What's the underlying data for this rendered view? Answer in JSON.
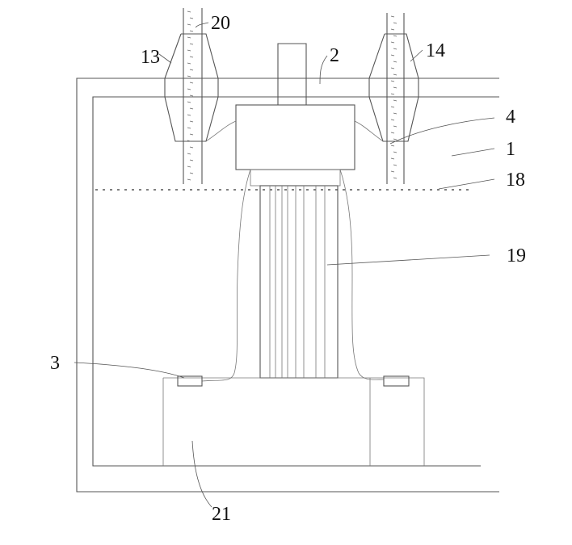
{
  "labels": {
    "l1": "1",
    "l2": "2",
    "l3": "3",
    "l4": "4",
    "l13": "13",
    "l14": "14",
    "l18": "18",
    "l19": "19",
    "l20": "20",
    "l21": "21"
  },
  "colors": {
    "line": "#555555",
    "text": "#111111",
    "background": "#ffffff"
  }
}
